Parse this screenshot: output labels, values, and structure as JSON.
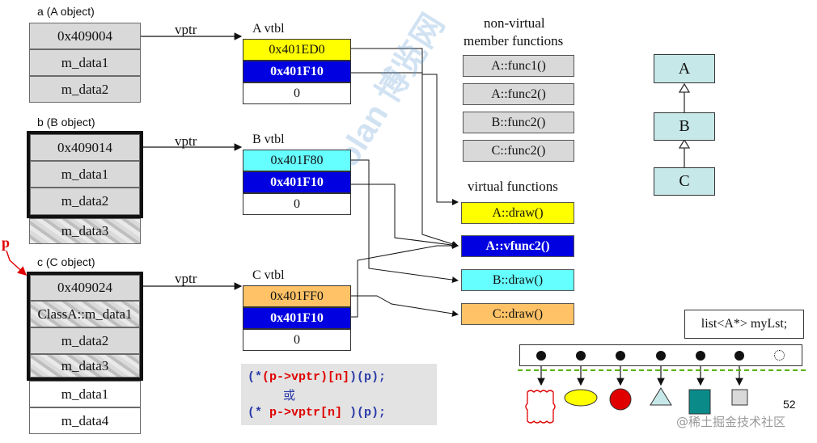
{
  "objects": [
    {
      "label": "a (A object)",
      "rows": [
        "0x409004",
        "m_data1",
        "m_data2"
      ]
    },
    {
      "label": "b (B object)",
      "rows": [
        "0x409014",
        "m_data1",
        "m_data2",
        "m_data3"
      ]
    },
    {
      "label": "c (C object)",
      "rows": [
        "0x409024",
        "ClassA::m_data1",
        "m_data2",
        "m_data3",
        "m_data1",
        "m_data4"
      ]
    }
  ],
  "pointer_label": "p",
  "vptr_label": "vptr",
  "vtables": [
    {
      "title": "A vtbl",
      "entries": [
        "0x401ED0",
        "0x401F10",
        "0"
      ]
    },
    {
      "title": "B vtbl",
      "entries": [
        "0x401F80",
        "0x401F10",
        "0"
      ]
    },
    {
      "title": "C vtbl",
      "entries": [
        "0x401FF0",
        "0x401F10",
        "0"
      ]
    }
  ],
  "nonvirtual": {
    "heading_line1": "non-virtual",
    "heading_line2": "member functions",
    "items": [
      "A::func1()",
      "A::func2()",
      "B::func2()",
      "C::func2()"
    ]
  },
  "virtual": {
    "heading": "virtual functions",
    "items": [
      "A::draw()",
      "A::vfunc2()",
      "B::draw()",
      "C::draw()"
    ]
  },
  "uml": [
    "A",
    "B",
    "C"
  ],
  "code": {
    "line1_a": "(*",
    "line1_b": "(p->vptr)[n]",
    "line1_c": ")(p);",
    "or": "或",
    "line2_a": "(* ",
    "line2_b": "p->vptr[n]",
    "line2_c": " )(p);"
  },
  "list_decl": "list<A*> myLst;",
  "page_number": "52",
  "watermark": "Boolan 博览网",
  "credit": "@稀土掘金技术社区",
  "colors": {
    "yellow": "#ffff00",
    "blue": "#0000e0",
    "cyan": "#66ffff",
    "orange": "#ffc266",
    "grey": "#d9d9d9",
    "uml": "#c7e8e8",
    "green_dash": "#59b300",
    "red_pointer": "#e00000"
  }
}
